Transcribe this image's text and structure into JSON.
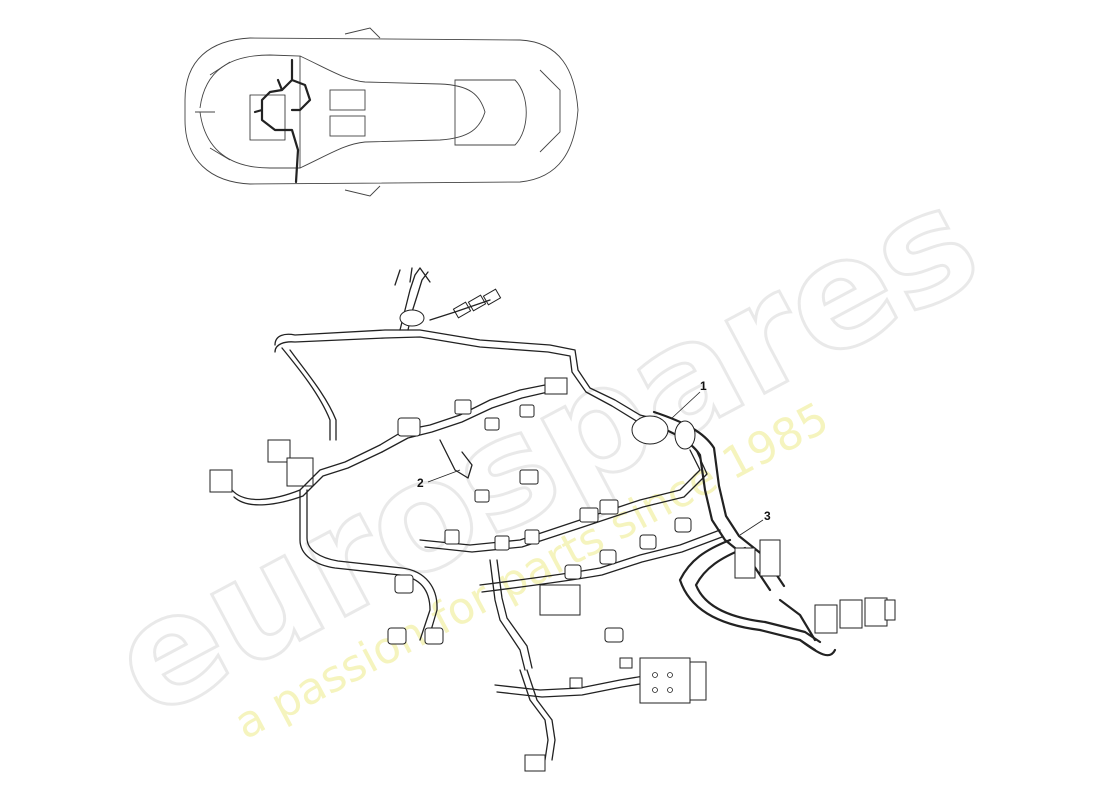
{
  "callouts": [
    {
      "id": "1",
      "label": "1"
    },
    {
      "id": "2",
      "label": "2"
    },
    {
      "id": "3",
      "label": "3"
    }
  ],
  "watermark": {
    "logo_text": "eurospares",
    "tagline": "a passion for parts since 1985"
  },
  "colors": {
    "line": "#222222",
    "watermark_outline": "#e6e6e6",
    "tagline": "#f5f3b8"
  }
}
